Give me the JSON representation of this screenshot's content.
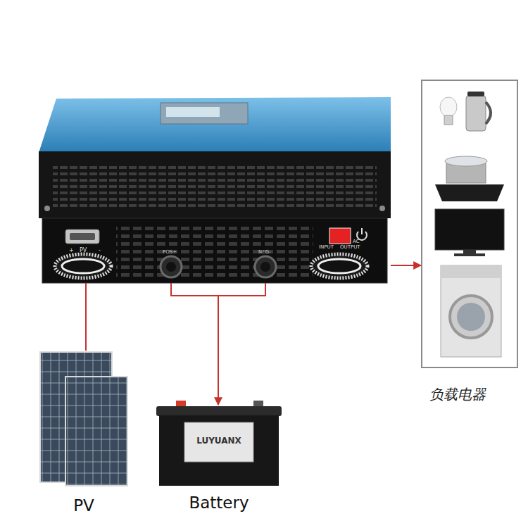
{
  "diagram": {
    "nodes": [
      {
        "text": [
          "+",
          "PV",
          "-",
          "POS+",
          "NEG-",
          "AC",
          "INPUT",
          "OUTPUT"
        ]
      },
      {
        "text": [
          "PV"
        ]
      },
      {
        "text": [
          "LUYUANX",
          "Battery"
        ]
      },
      {
        "text": [
          "负载电器"
        ]
      }
    ],
    "edges": [
      {
        "from": 1,
        "to": 0,
        "arrow": "none"
      },
      {
        "from": 0,
        "to": 2,
        "arrow": "to"
      },
      {
        "from": 0,
        "to": 3,
        "arrow": "to"
      }
    ]
  }
}
